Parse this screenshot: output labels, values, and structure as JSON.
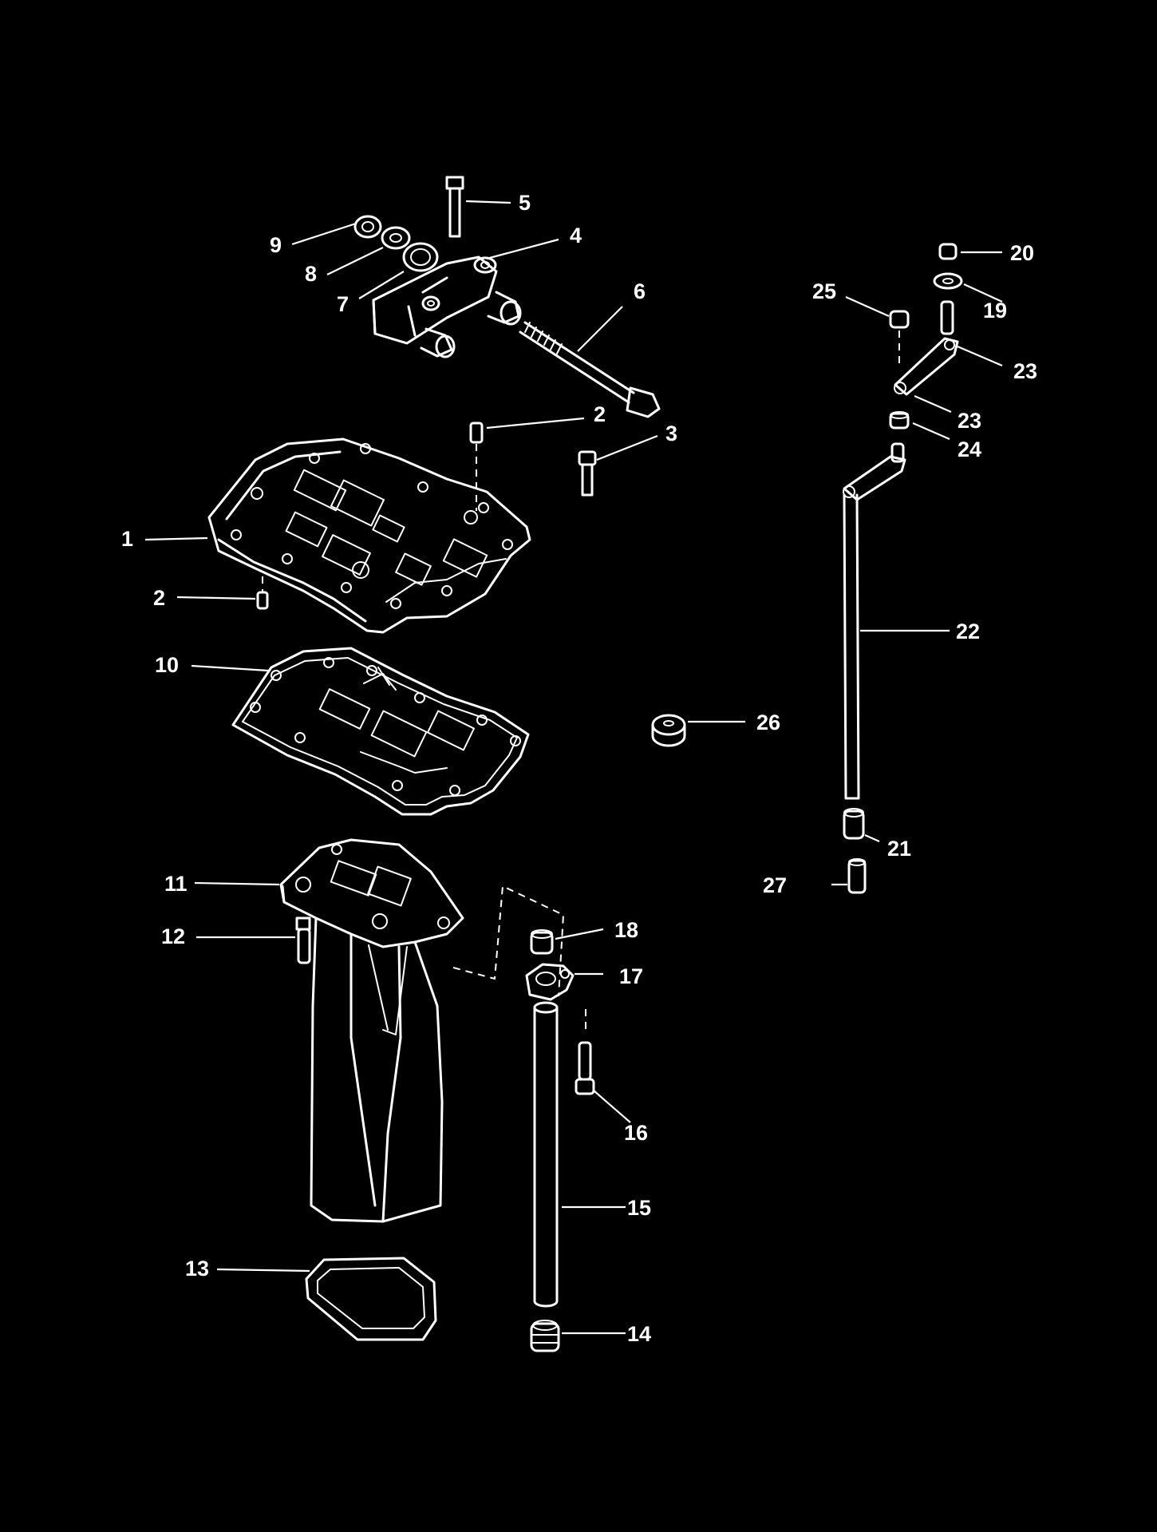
{
  "diagram": {
    "background_color": "#000000",
    "line_color": "#ffffff",
    "callouts": {
      "c1": "1",
      "c2a": "2",
      "c2b": "2",
      "c3": "3",
      "c4": "4",
      "c5": "5",
      "c6": "6",
      "c7": "7",
      "c8": "8",
      "c9": "9",
      "c10": "10",
      "c11": "11",
      "c12": "12",
      "c13": "13",
      "c14": "14",
      "c15": "15",
      "c16": "16",
      "c17": "17",
      "c18": "18",
      "c19": "19",
      "c20": "20",
      "c21": "21",
      "c22": "22",
      "c23a": "23",
      "c23b": "23",
      "c24": "24",
      "c25": "25",
      "c26": "26",
      "c27": "27"
    }
  }
}
